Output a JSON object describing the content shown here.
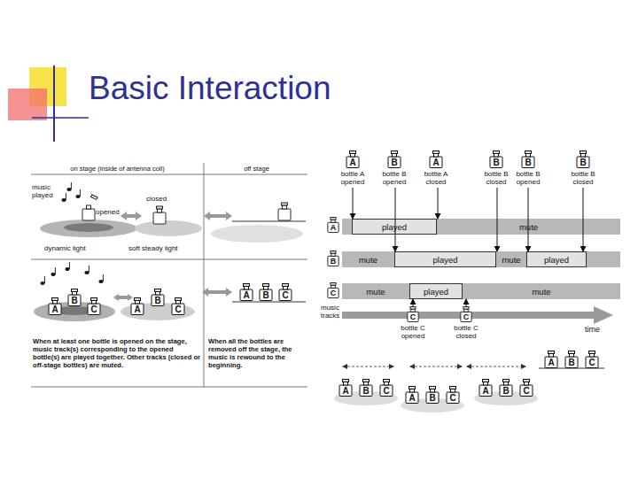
{
  "diagram": {
    "title": "Basic Interaction",
    "nodes": [
      {
        "text": [
          "A"
        ]
      },
      {
        "text": [
          "B"
        ]
      },
      {
        "text": [
          "C"
        ]
      },
      {
        "text": [
          "A"
        ]
      },
      {
        "text": [
          "B"
        ]
      },
      {
        "text": [
          "C"
        ]
      },
      {
        "text": [
          "A"
        ]
      },
      {
        "text": [
          "B"
        ]
      },
      {
        "text": [
          "C"
        ]
      },
      {
        "text": [
          "A",
          "bottle A opened"
        ]
      },
      {
        "text": [
          "B",
          "bottle B opened"
        ]
      },
      {
        "text": [
          "A",
          "bottle A closed"
        ]
      },
      {
        "text": [
          "B",
          "bottle B closed"
        ]
      },
      {
        "text": [
          "B",
          "bottle B opened"
        ]
      },
      {
        "text": [
          "B",
          "bottle B closed"
        ]
      },
      {
        "text": [
          "A"
        ]
      },
      {
        "text": [
          "played"
        ]
      },
      {
        "text": [
          "mute"
        ]
      },
      {
        "text": [
          "B"
        ]
      },
      {
        "text": [
          "mute"
        ]
      },
      {
        "text": [
          "played"
        ]
      },
      {
        "text": [
          "mute"
        ]
      },
      {
        "text": [
          "played"
        ]
      },
      {
        "text": [
          "C"
        ]
      },
      {
        "text": [
          "mute"
        ]
      },
      {
        "text": [
          "played"
        ]
      },
      {
        "text": [
          "mute"
        ]
      },
      {
        "text": [
          "C",
          "bottle C opened"
        ]
      },
      {
        "text": [
          "C",
          "bottle C closed"
        ]
      },
      {
        "text": [
          "A"
        ]
      },
      {
        "text": [
          "B"
        ]
      },
      {
        "text": [
          "C"
        ]
      },
      {
        "text": [
          "A"
        ]
      },
      {
        "text": [
          "B"
        ]
      },
      {
        "text": [
          "C"
        ]
      },
      {
        "text": [
          "A"
        ]
      },
      {
        "text": [
          "B"
        ]
      },
      {
        "text": [
          "C"
        ]
      },
      {
        "text": [
          "A"
        ]
      },
      {
        "text": [
          "B"
        ]
      },
      {
        "text": [
          "C"
        ]
      }
    ],
    "edges": [
      {
        "from": 9,
        "to": 16,
        "arrow": "to"
      },
      {
        "from": 10,
        "to": 20,
        "arrow": "to"
      },
      {
        "from": 11,
        "to": 17,
        "arrow": "to"
      },
      {
        "from": 12,
        "to": 21,
        "arrow": "to"
      },
      {
        "from": 13,
        "to": 22,
        "arrow": "to"
      },
      {
        "from": 14,
        "to": 22,
        "arrow": "to"
      },
      {
        "from": 27,
        "to": 25,
        "arrow": "to"
      },
      {
        "from": 28,
        "to": 26,
        "arrow": "to"
      }
    ],
    "labels": [
      "on stage (inside of antenna coil)",
      "off stage",
      "music played",
      "opened",
      "closed",
      "dynamic light",
      "soft steady light",
      "When at least one bottle is opened on the stage, music track(s) corresponding to the opened bottle(s) are played together. Other tracks (closed or off-stage bottles) are muted.",
      "When all the bottles are removed off the stage, the music is rewound to the beginning.",
      "music tracks",
      "time"
    ]
  }
}
